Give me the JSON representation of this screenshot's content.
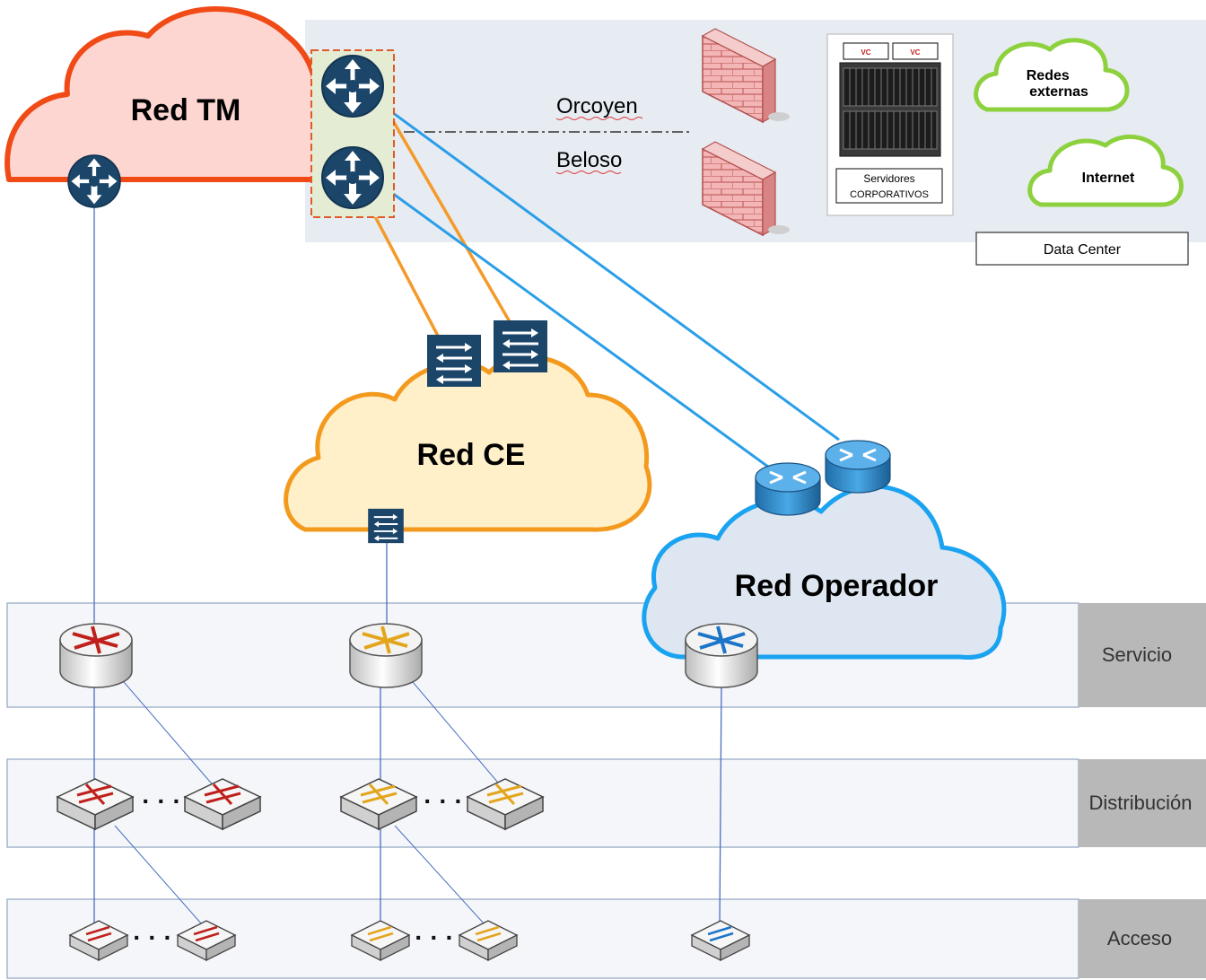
{
  "clouds": {
    "red_tm": "Red TM",
    "red_ce": "Red CE",
    "red_operador": "Red Operador",
    "redes_externas": "Redes externas",
    "internet": "Internet"
  },
  "sites": {
    "orcoyen": "Orcoyen",
    "beloso": "Beloso"
  },
  "data_center": {
    "label": "Data Center",
    "servers_line1": "Servidores",
    "servers_line2": "CORPORATIVOS",
    "vc_label": "VC"
  },
  "layers": [
    {
      "label": "Servicio"
    },
    {
      "label": "Distribución"
    },
    {
      "label": "Acceso"
    }
  ],
  "ellipsis": "· · ·",
  "colors": {
    "tm_cloud_stroke": "#f04a16",
    "tm_cloud_fill": "#fdd6d1",
    "ce_cloud_stroke": "#f39a1e",
    "ce_cloud_fill": "#fff0c9",
    "operador_cloud_stroke": "#1aa3f0",
    "operador_cloud_fill": "#dde6f1",
    "green_cloud_stroke": "#8ed13e",
    "router_navy": "#1b4669",
    "link_orange": "#f49a2a",
    "link_blue": "#2a9ee8",
    "link_thin": "#4a6fc2",
    "red_branch": "#c0201c",
    "yellow_branch": "#e3a51c",
    "blue_branch": "#1c75c9"
  }
}
